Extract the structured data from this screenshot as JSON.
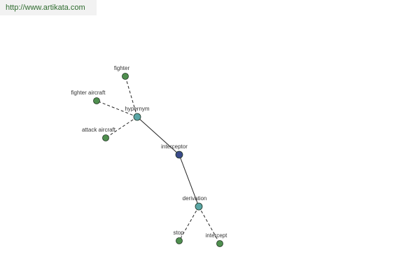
{
  "header": {
    "url": "http://www.artikata.com"
  },
  "colors": {
    "leaf": "#4f8f4f",
    "relation": "#5aa6a6",
    "center": "#3a4a8a",
    "edge": "#222222"
  },
  "graph": {
    "nodes": [
      {
        "id": "fighter",
        "label": "fighter",
        "kind": "leaf",
        "icon": "leaf-node-icon"
      },
      {
        "id": "fighter-aircraft",
        "label": "fighter aircraft",
        "kind": "leaf",
        "icon": "leaf-node-icon"
      },
      {
        "id": "hypernym",
        "label": "hypernym",
        "kind": "relation",
        "icon": "relation-node-icon"
      },
      {
        "id": "attack-aircraft",
        "label": "attack aircraft",
        "kind": "leaf",
        "icon": "leaf-node-icon"
      },
      {
        "id": "interceptor",
        "label": "interceptor",
        "kind": "center",
        "icon": "center-node-icon"
      },
      {
        "id": "derivation",
        "label": "derivation",
        "kind": "relation",
        "icon": "relation-node-icon"
      },
      {
        "id": "stop",
        "label": "stop",
        "kind": "leaf",
        "icon": "leaf-node-icon"
      },
      {
        "id": "intercept",
        "label": "intercept",
        "kind": "leaf",
        "icon": "leaf-node-icon"
      }
    ],
    "edges": [
      {
        "from": "interceptor",
        "to": "hypernym",
        "style": "solid"
      },
      {
        "from": "interceptor",
        "to": "derivation",
        "style": "solid"
      },
      {
        "from": "hypernym",
        "to": "fighter",
        "style": "dashed"
      },
      {
        "from": "hypernym",
        "to": "fighter-aircraft",
        "style": "dashed"
      },
      {
        "from": "hypernym",
        "to": "attack-aircraft",
        "style": "dashed"
      },
      {
        "from": "derivation",
        "to": "stop",
        "style": "dashed"
      },
      {
        "from": "derivation",
        "to": "intercept",
        "style": "dashed"
      }
    ]
  }
}
